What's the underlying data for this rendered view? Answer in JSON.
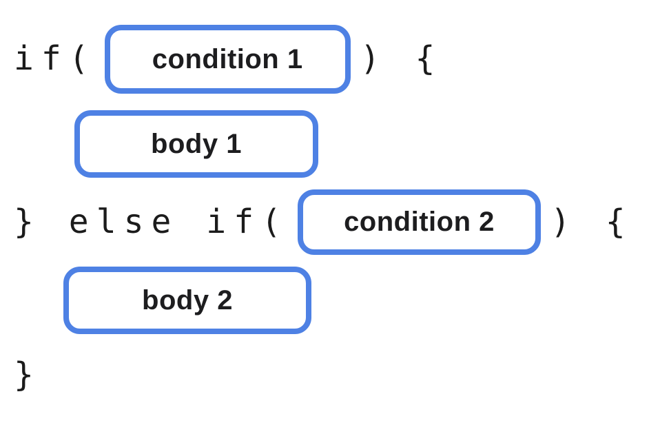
{
  "diagram": {
    "description": "if / else-if code structure diagram with placeholder slots",
    "code": {
      "line1_prefix": "if(",
      "line1_suffix": ") {",
      "line3_prefix": "} else if(",
      "line3_suffix": ") {",
      "line5_close": "}"
    },
    "slots": {
      "condition1": "condition 1",
      "body1": "body 1",
      "condition2": "condition 2",
      "body2": "body 2"
    },
    "colors": {
      "slot_border": "#4e81e4",
      "code_text": "#1b1b1b",
      "label_text": "#1d1d1f",
      "background": "#ffffff"
    }
  }
}
